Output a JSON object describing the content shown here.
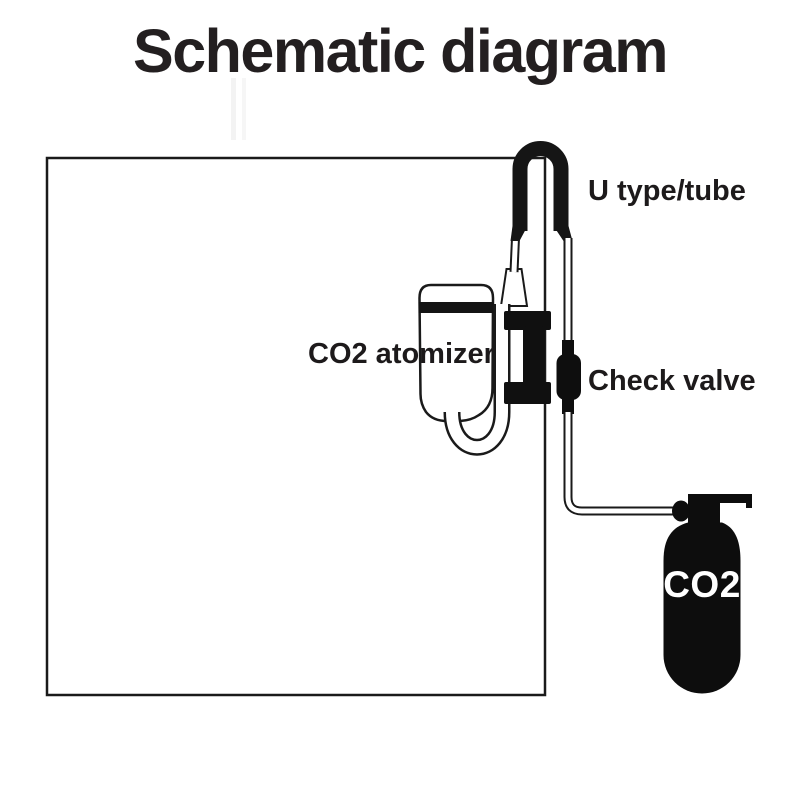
{
  "title": "Schematic diagram",
  "labels": {
    "u_tube": "U type/tube",
    "atomizer": "CO2 atomizer",
    "check_valve": "Check valve",
    "co2_bottle": "CO2"
  },
  "figure": {
    "type": "schematic-illustration",
    "components": [
      "aquarium-tank",
      "u-type-tube",
      "co2-atomizer",
      "mounting-bracket",
      "check-valve",
      "airline-tubing",
      "co2-cylinder",
      "cylinder-valve",
      "regulator-bar"
    ]
  },
  "colors": {
    "ink": "#1a1a1a",
    "background": "#ffffff",
    "bottle_fill": "#0d0d0d",
    "bottle_text": "#ffffff"
  }
}
